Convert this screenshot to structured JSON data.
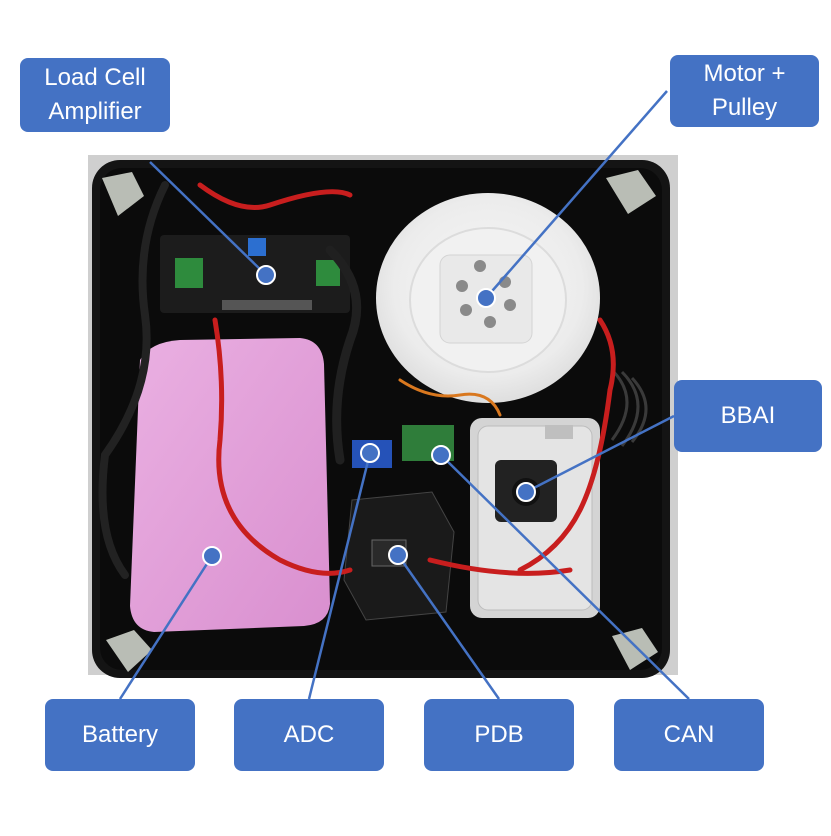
{
  "diagram": {
    "colors": {
      "label_fill": "#4472c4",
      "label_text": "#ffffff",
      "leader_line": "#4472c4",
      "enclosure": "#141414",
      "battery": "#e7a4de",
      "pulley": "#f3f3f3",
      "pcb_green": "#2f7d3a"
    },
    "labels": {
      "load_cell_amplifier": "Load Cell\nAmplifier",
      "motor_pulley": "Motor +\nPulley",
      "bbai": "BBAI",
      "battery": "Battery",
      "adc": "ADC",
      "pdb": "PDB",
      "can": "CAN"
    }
  }
}
